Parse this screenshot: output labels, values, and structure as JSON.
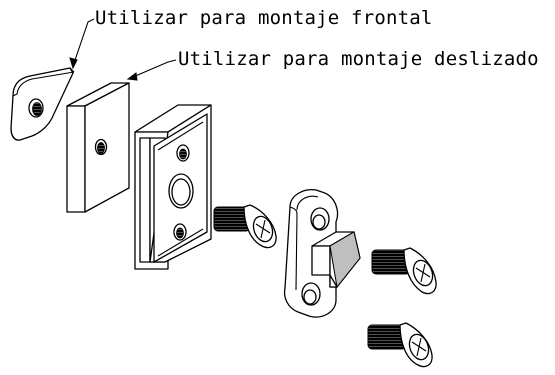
{
  "labels": {
    "frontal": "Utilizar para montaje frontal",
    "deslizado": "Utilizar para montaje deslizado"
  },
  "parts": [
    "spacer-plate-frontal",
    "spacer-plate-deslizado",
    "mounting-block",
    "screw",
    "latch-clip"
  ],
  "colors": {
    "line": "#000000",
    "background": "#ffffff",
    "shade": "#bfbfbf"
  }
}
